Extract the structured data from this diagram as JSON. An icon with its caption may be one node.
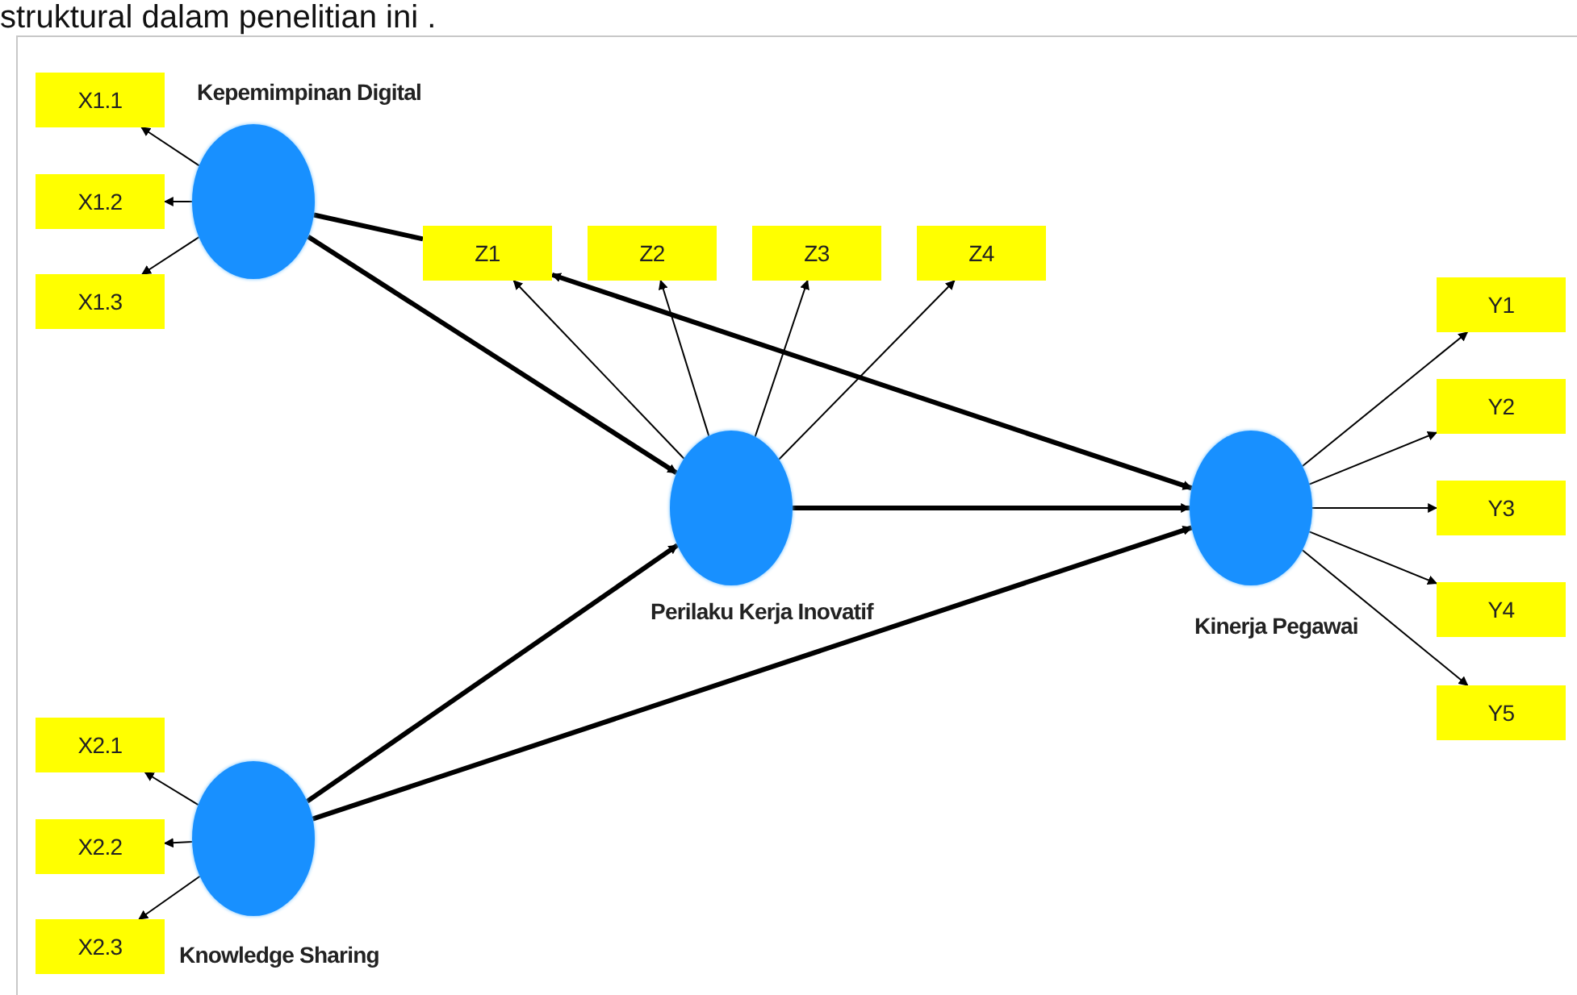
{
  "diagram": {
    "nodes": [
      {
        "text": [
          "Kepemimpinan Digital"
        ]
      },
      {
        "text": [
          "Perilaku Kerja Inovatif"
        ]
      },
      {
        "text": [
          "Kinerja Pegawai"
        ]
      },
      {
        "text": [
          "Knowledge Sharing"
        ]
      },
      {
        "text": [
          "X1.1"
        ]
      },
      {
        "text": [
          "X1.2"
        ]
      },
      {
        "text": [
          "X1.3"
        ]
      },
      {
        "text": [
          "Z1"
        ]
      },
      {
        "text": [
          "Z2"
        ]
      },
      {
        "text": [
          "Z3"
        ]
      },
      {
        "text": [
          "Z4"
        ]
      },
      {
        "text": [
          "Y1"
        ]
      },
      {
        "text": [
          "Y2"
        ]
      },
      {
        "text": [
          "Y3"
        ]
      },
      {
        "text": [
          "Y4"
        ]
      },
      {
        "text": [
          "Y5"
        ]
      },
      {
        "text": [
          "X2.1"
        ]
      },
      {
        "text": [
          "X2.2"
        ]
      },
      {
        "text": [
          "X2.3"
        ]
      }
    ],
    "edges": [
      {
        "from": 0,
        "to": 4,
        "arrow": "to"
      },
      {
        "from": 0,
        "to": 5,
        "arrow": "to"
      },
      {
        "from": 0,
        "to": 6,
        "arrow": "to"
      },
      {
        "from": 1,
        "to": 7,
        "arrow": "to"
      },
      {
        "from": 1,
        "to": 8,
        "arrow": "to"
      },
      {
        "from": 1,
        "to": 9,
        "arrow": "to"
      },
      {
        "from": 1,
        "to": 10,
        "arrow": "to"
      },
      {
        "from": 2,
        "to": 11,
        "arrow": "to"
      },
      {
        "from": 2,
        "to": 12,
        "arrow": "to"
      },
      {
        "from": 2,
        "to": 13,
        "arrow": "to"
      },
      {
        "from": 2,
        "to": 14,
        "arrow": "to"
      },
      {
        "from": 2,
        "to": 15,
        "arrow": "to"
      },
      {
        "from": 3,
        "to": 16,
        "arrow": "to"
      },
      {
        "from": 3,
        "to": 17,
        "arrow": "to"
      },
      {
        "from": 3,
        "to": 18,
        "arrow": "to"
      },
      {
        "from": 0,
        "to": 1,
        "arrow": "to",
        "style": "thick"
      },
      {
        "from": 0,
        "to": 7,
        "arrow": "none",
        "style": "thick"
      },
      {
        "from": 7,
        "to": 2,
        "arrow": "both",
        "style": "thick"
      },
      {
        "from": 1,
        "to": 2,
        "arrow": "to",
        "style": "thick"
      },
      {
        "from": 3,
        "to": 1,
        "arrow": "to",
        "style": "thick"
      },
      {
        "from": 3,
        "to": 2,
        "arrow": "to",
        "style": "thick"
      }
    ],
    "labels": [
      "struktural dalam penelitian ini ."
    ]
  }
}
